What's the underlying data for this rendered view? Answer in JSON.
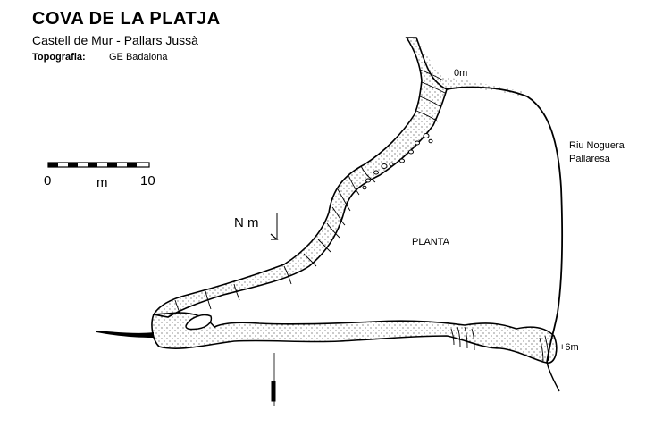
{
  "header": {
    "title": "COVA DE LA PLATJA",
    "subtitle": "Castell de Mur - Pallars Jussà",
    "topography_label": "Topografia:",
    "topography_value": "GE Badalona"
  },
  "scale_bar": {
    "start": "0",
    "unit": "m",
    "end": "10"
  },
  "north_arrow": {
    "label": "N m"
  },
  "labels": {
    "entrance_depth": "0m",
    "river_line1": "Riu Noguera",
    "river_line2": "Pallaresa",
    "plan": "PLANTA",
    "end_depth": "+6m"
  },
  "colors": {
    "ink": "#000000",
    "background": "#ffffff"
  }
}
